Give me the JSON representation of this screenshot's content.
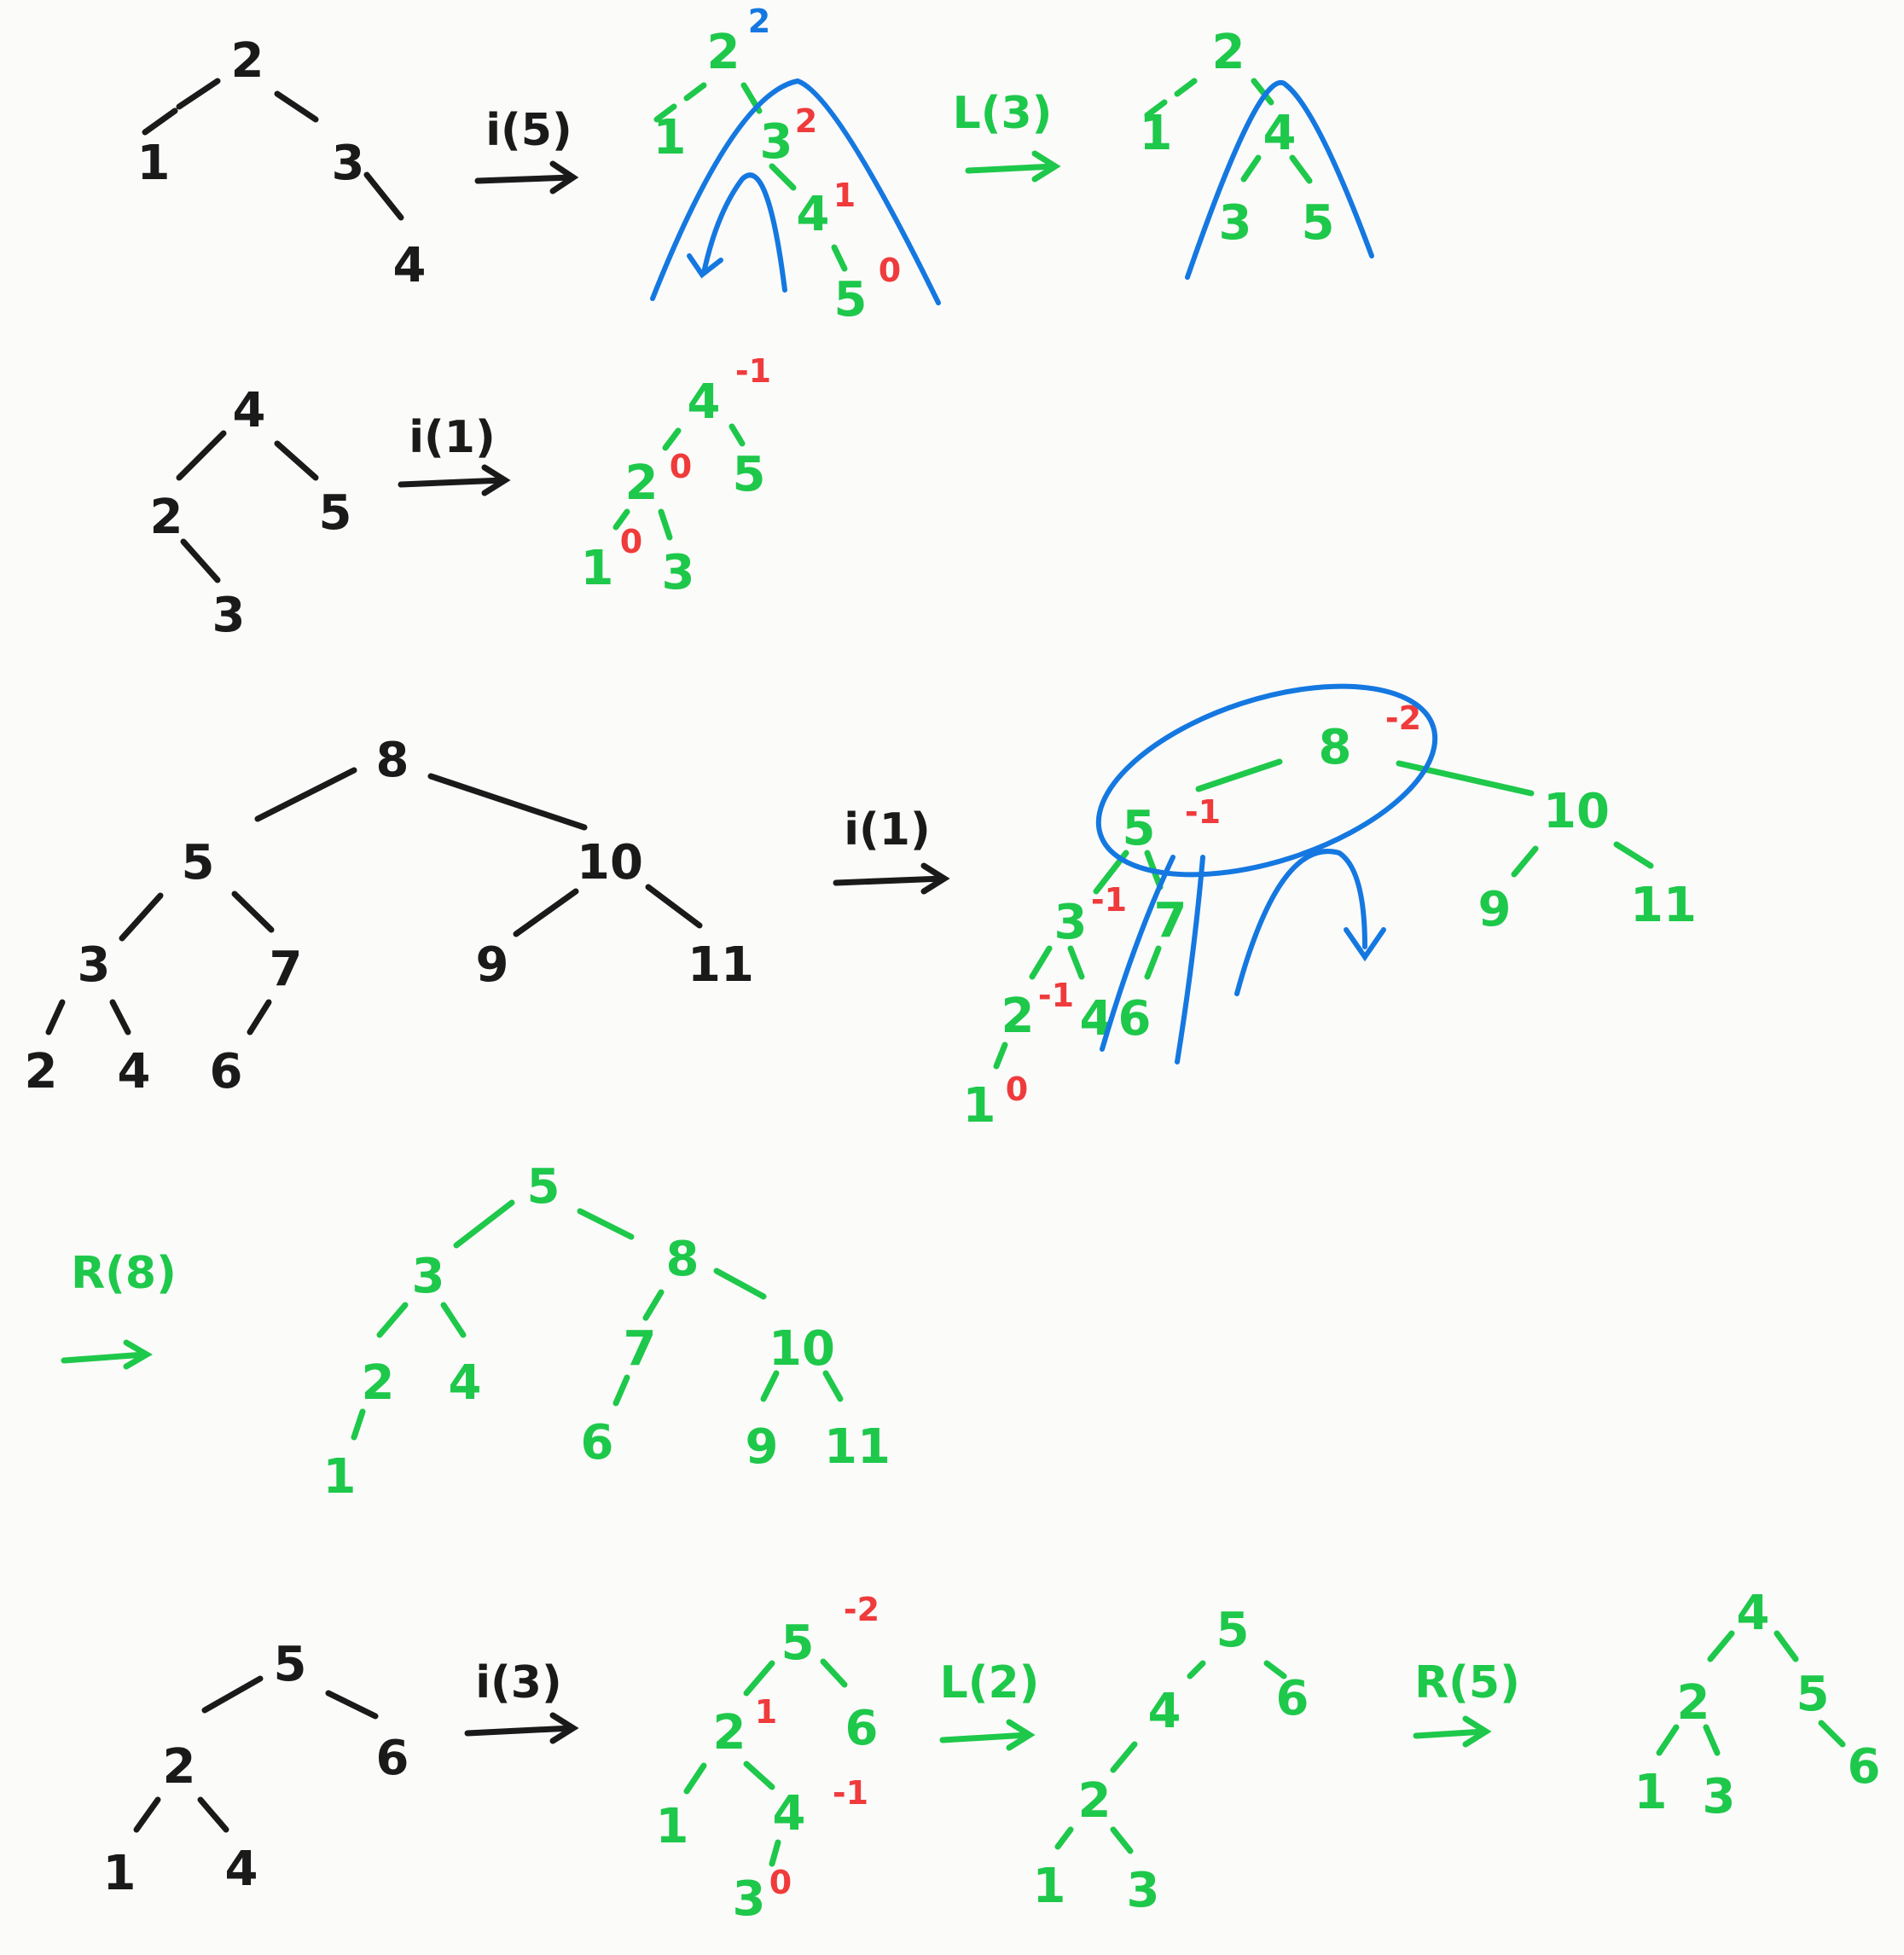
{
  "colors": {
    "black": "#1a1a1a",
    "green": "#1ec84a",
    "red": "#ef3b3b",
    "blue": "#1478e0"
  },
  "sections": [
    {
      "original": [
        "2",
        "1",
        "3",
        "4"
      ],
      "op1": "i(5)",
      "inserted": [
        "2",
        "1",
        "3",
        "4",
        "5"
      ],
      "balance_factors": {
        "2": "2",
        "3": "2",
        "4": "1",
        "5": "0"
      },
      "op2": "L(3)",
      "result": [
        "2",
        "1",
        "4",
        "3",
        "5"
      ]
    },
    {
      "original": [
        "4",
        "2",
        "5",
        "3"
      ],
      "op1": "i(1)",
      "inserted": [
        "4",
        "2",
        "5",
        "1",
        "3"
      ],
      "balance_factors": {
        "4": "-1",
        "2": "0",
        "1": "0"
      }
    },
    {
      "original": [
        "8",
        "5",
        "10",
        "3",
        "7",
        "9",
        "11",
        "2",
        "4",
        "6"
      ],
      "op1": "i(1)",
      "inserted": [
        "8",
        "5",
        "10",
        "3",
        "7",
        "9",
        "11",
        "2",
        "4",
        "6",
        "1"
      ],
      "balance_factors": {
        "8": "-2",
        "5": "-1",
        "3": "-1",
        "2": "-1",
        "1": "0"
      }
    },
    {
      "op2": "R(8)",
      "result": [
        "5",
        "3",
        "8",
        "2",
        "4",
        "7",
        "10",
        "1",
        "6",
        "9",
        "11"
      ]
    },
    {
      "original": [
        "5",
        "2",
        "6",
        "1",
        "4"
      ],
      "op1": "i(3)",
      "inserted": [
        "5",
        "2",
        "6",
        "1",
        "4",
        "3"
      ],
      "balance_factors": {
        "5": "-2",
        "2": "1",
        "4": "-1",
        "3": "0"
      },
      "op2": "L(2)",
      "intermediate": [
        "5",
        "4",
        "6",
        "2",
        "1",
        "3"
      ],
      "op3": "R(5)",
      "result": [
        "4",
        "2",
        "5",
        "1",
        "3",
        "6"
      ]
    }
  ]
}
